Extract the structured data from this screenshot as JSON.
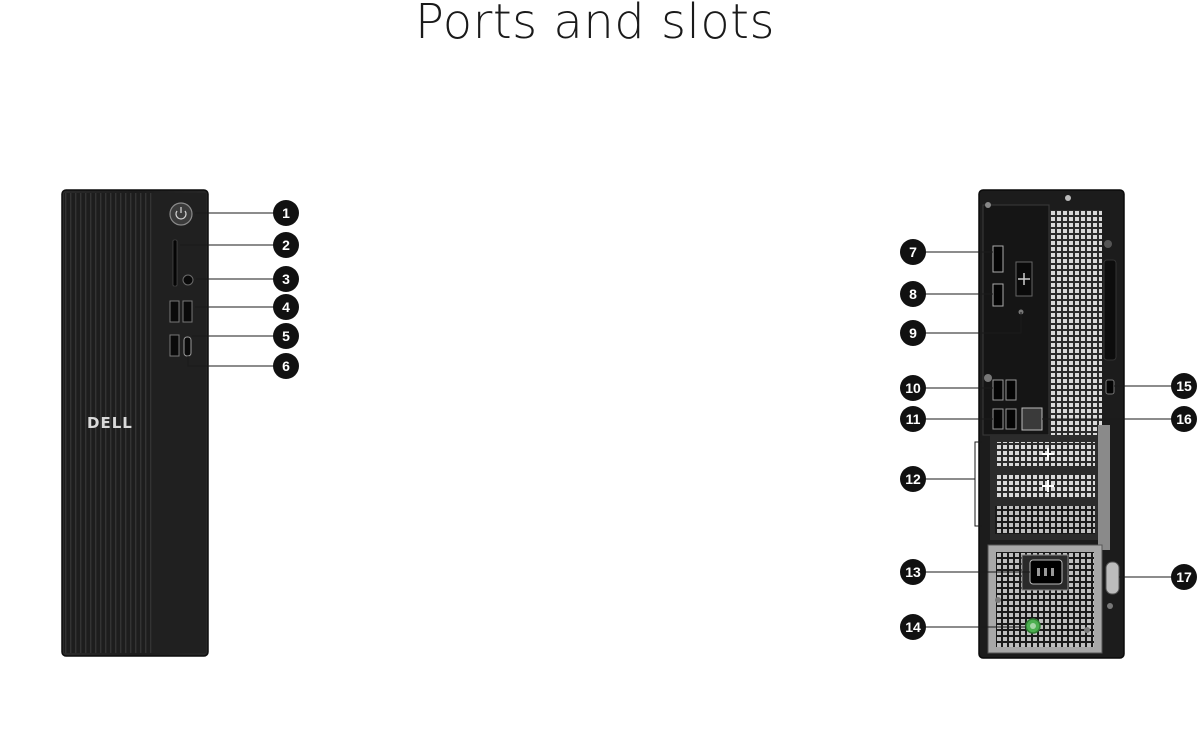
{
  "title": "Ports and slots",
  "front_panel": {
    "brand_logo": "DELL",
    "callouts": [
      "1",
      "2",
      "3",
      "4",
      "5",
      "6"
    ]
  },
  "rear_panel": {
    "callouts_left": [
      "7",
      "8",
      "9",
      "10",
      "11",
      "12",
      "13",
      "14"
    ],
    "callouts_right": [
      "15",
      "16",
      "17"
    ]
  },
  "colors": {
    "chassis": "#1f1f1f",
    "callout": "#111111",
    "power_led": "#4caf50",
    "background": "#ffffff"
  }
}
